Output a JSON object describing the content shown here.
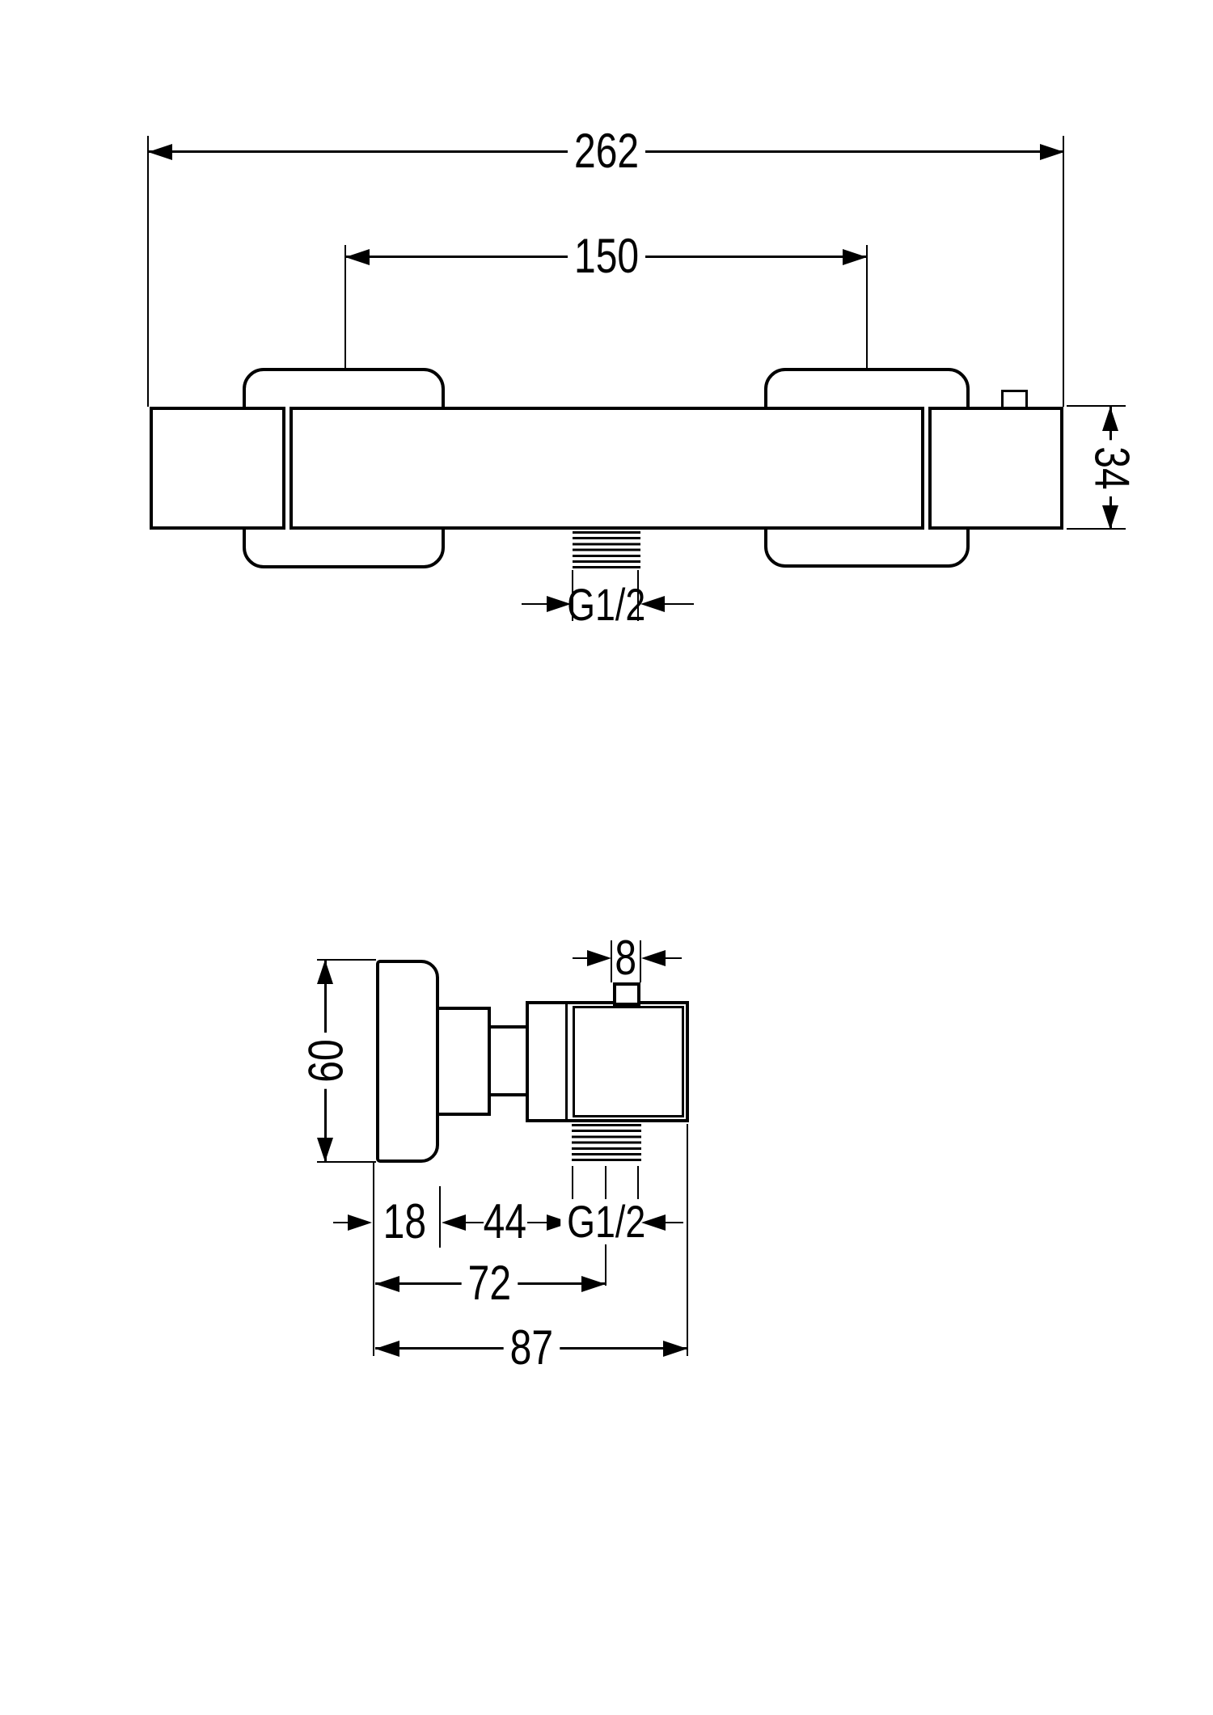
{
  "colors": {
    "background": "#ffffff",
    "line": "#000000"
  },
  "front_view": {
    "dim_overall_width": "262",
    "dim_mounting_centers": "150",
    "dim_body_height": "34",
    "dim_outlet_thread": "G1/2"
  },
  "side_view": {
    "dim_diverter_width": "8",
    "dim_handle_height": "60",
    "dim_handle_depth": "18",
    "dim_handle_to_outlet": "44",
    "dim_outlet_thread": "G1/2",
    "dim_depth_to_outlet_center": "72",
    "dim_overall_depth": "87"
  }
}
